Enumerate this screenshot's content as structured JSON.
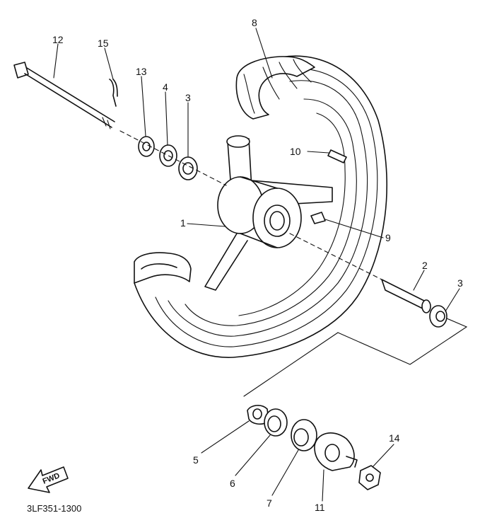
{
  "callouts": [
    {
      "id": "c12",
      "label": "12"
    },
    {
      "id": "c15",
      "label": "15"
    },
    {
      "id": "c13",
      "label": "13"
    },
    {
      "id": "c4a",
      "label": "4"
    },
    {
      "id": "c3a",
      "label": "3"
    },
    {
      "id": "c8",
      "label": "8"
    },
    {
      "id": "c10",
      "label": "10"
    },
    {
      "id": "c1",
      "label": "1"
    },
    {
      "id": "c9",
      "label": "9"
    },
    {
      "id": "c2",
      "label": "2"
    },
    {
      "id": "c3b",
      "label": "3"
    },
    {
      "id": "c5",
      "label": "5"
    },
    {
      "id": "c6",
      "label": "6"
    },
    {
      "id": "c7",
      "label": "7"
    },
    {
      "id": "c11",
      "label": "11"
    },
    {
      "id": "c14",
      "label": "14"
    }
  ],
  "fwd_label": "FWD",
  "diagram_code": "3LF351-1300"
}
